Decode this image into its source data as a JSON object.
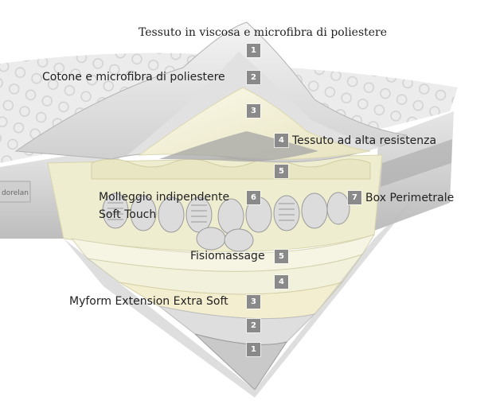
{
  "labels": {
    "top": {
      "text": "Tessuto in viscosa e microfibra di poliestere",
      "badge": "1"
    },
    "cotone": {
      "text": "Cotone e microfibra di poliestere",
      "badge": "2"
    },
    "layer3_top": {
      "badge": "3"
    },
    "tessuto_alta": {
      "text": "Tessuto ad alta resistenza",
      "badge": "4"
    },
    "layer5_top": {
      "badge": "5"
    },
    "molleggio": {
      "line1": "Molleggio indipendente",
      "line2": "Soft Touch",
      "badge": "6"
    },
    "box": {
      "text": "Box Perimetrale",
      "badge": "7"
    },
    "fisiomassage": {
      "text": "Fisiomassage",
      "badge": "5"
    },
    "layer4_bottom": {
      "badge": "4"
    },
    "myform": {
      "text": "Myform Extension Extra Soft",
      "badge": "3"
    },
    "layer2_bottom": {
      "badge": "2"
    },
    "layer1_bottom": {
      "badge": "1"
    }
  },
  "brand_tag": "dorelan",
  "colors": {
    "badge": "#8a8a8a",
    "foam": "#f1efd6",
    "fabric": "#d8d8d8",
    "text": "#222222"
  }
}
